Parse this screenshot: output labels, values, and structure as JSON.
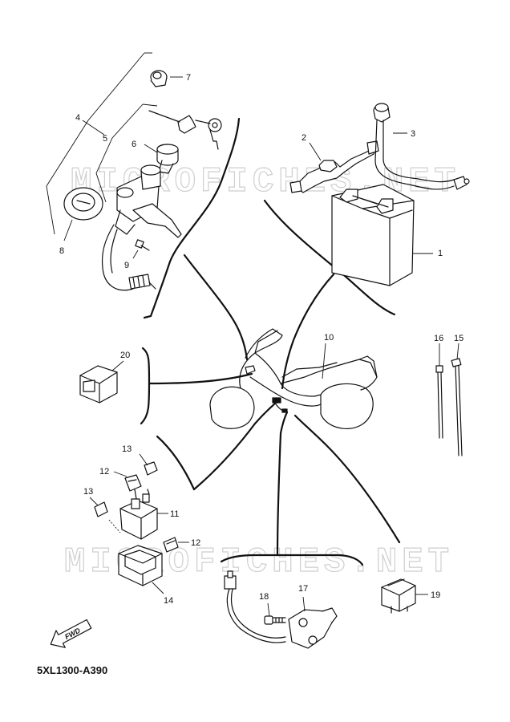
{
  "diagram_code": "5XL1300-A390",
  "watermark": "MICROFICHES.NET",
  "fwd_label": "FWD",
  "callouts": {
    "c1": "1",
    "c2": "2",
    "c3": "3",
    "c4": "4",
    "c5": "5",
    "c6": "6",
    "c7": "7",
    "c8": "8",
    "c9": "9",
    "c10": "10",
    "c11": "11",
    "c12a": "12",
    "c12b": "12",
    "c13a": "13",
    "c13b": "13",
    "c14": "14",
    "c15": "15",
    "c16": "16",
    "c17": "17",
    "c18": "18",
    "c19": "19",
    "c20": "20"
  }
}
